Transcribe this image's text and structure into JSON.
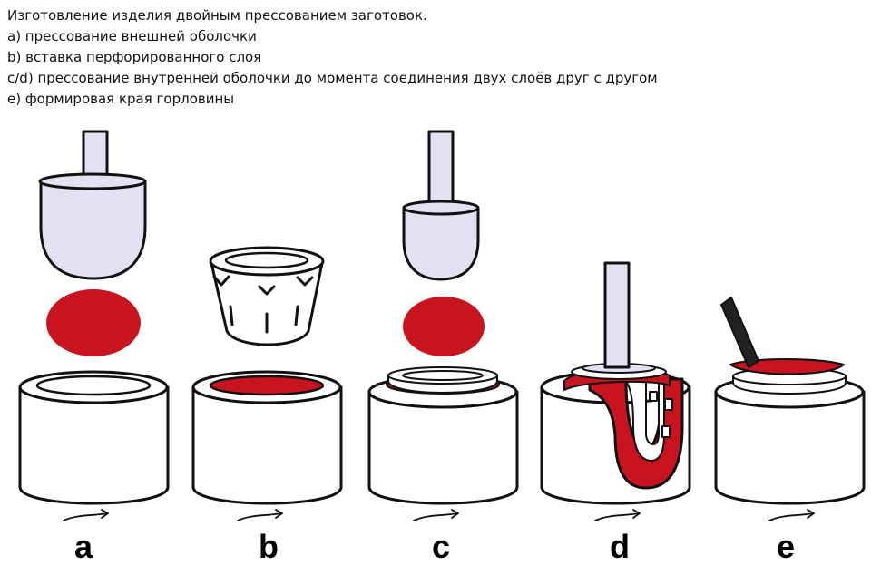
{
  "caption": {
    "title": "Изготовление изделия двойным прессованием заготовок.",
    "steps": [
      "a) прессование внешней оболочки",
      "b) вставка перфорированного слоя",
      "c/d) прессование внутренней оболочки до момента соединения двух слоёв друг с другом",
      "e) формировая края горловины"
    ]
  },
  "panels": [
    {
      "label": "a"
    },
    {
      "label": "b"
    },
    {
      "label": "c"
    },
    {
      "label": "d"
    },
    {
      "label": "e"
    }
  ],
  "colors": {
    "plunger": "#e6e1f2",
    "clay": "#c8141e",
    "outline": "#111111",
    "mold": "#ffffff"
  }
}
